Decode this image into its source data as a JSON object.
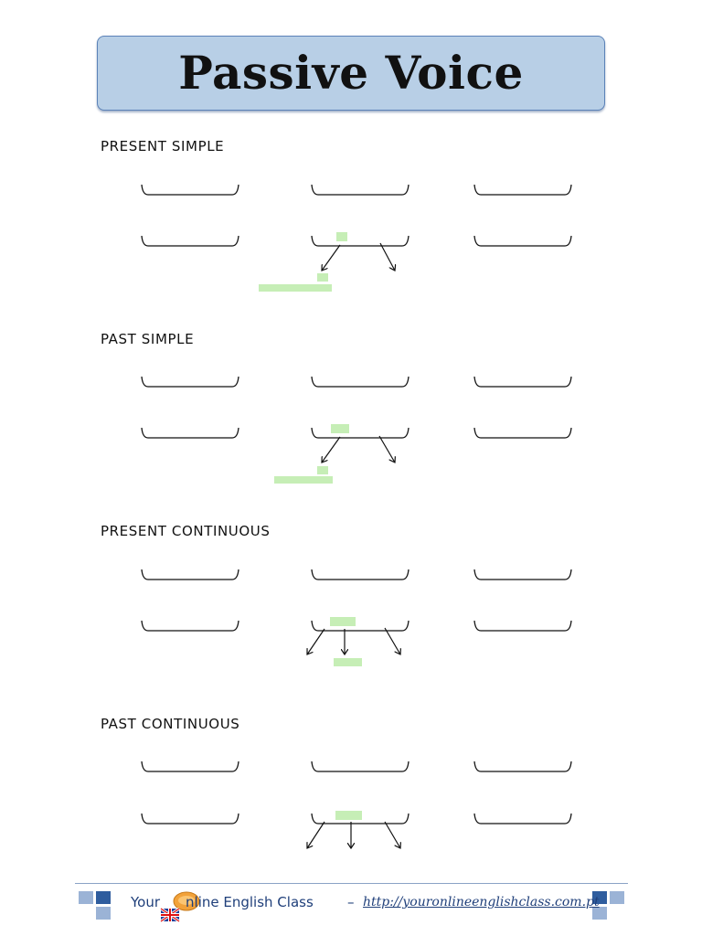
{
  "title": "Passive Voice",
  "sections": [
    {
      "heading": "PRESENT SIMPLE"
    },
    {
      "heading": "PAST SIMPLE"
    },
    {
      "heading": "PRESENT CONTINUOUS"
    },
    {
      "heading": "PAST CONTINUOUS"
    }
  ],
  "footer": {
    "brand_before": "Your",
    "brand_after": "nline English Class",
    "dash": "–",
    "url": "http://youronlineenglishclass.com.pt"
  },
  "colors": {
    "title_fill": "#b8cfe6",
    "title_border": "#5b82b8",
    "highlight": "#c6eeb6",
    "footer_text": "#1f3f7a"
  }
}
